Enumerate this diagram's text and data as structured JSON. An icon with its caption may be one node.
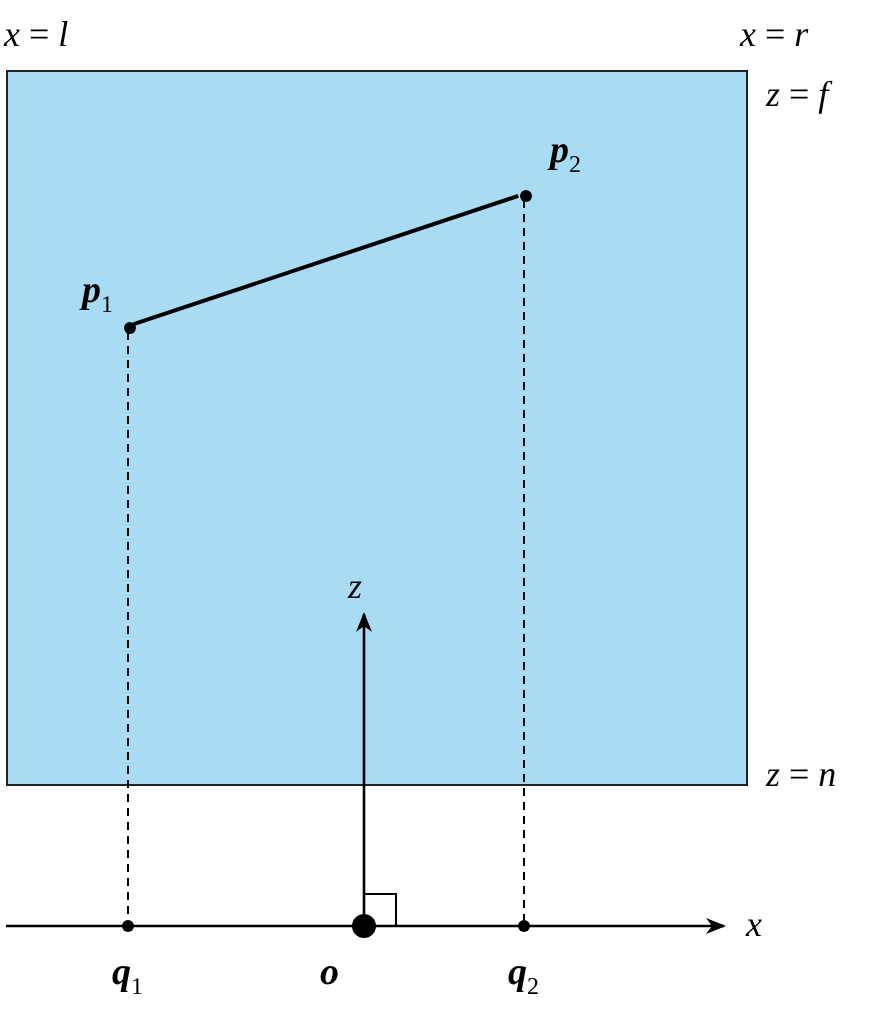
{
  "diagram": {
    "nodes": [
      {
        "text": [],
        "shape": "box"
      },
      {
        "text": [
          "**p**$_{1}$"
        ],
        "in": 0
      },
      {
        "text": [
          "**p**$_{2}$"
        ],
        "in": 0
      },
      {
        "text": [
          "**q**$_{1}$"
        ]
      },
      {
        "text": [
          "**o**"
        ]
      },
      {
        "text": [
          "**q**$_{2}$"
        ]
      }
    ],
    "edges": [
      {
        "from": 1,
        "to": 2,
        "arrow": "none"
      },
      {
        "from": 1,
        "to": 3,
        "arrow": "none",
        "style": "dashed"
      },
      {
        "from": 2,
        "to": 5,
        "arrow": "none",
        "style": "dashed"
      }
    ],
    "labels": [
      "*x* = *l*",
      "*x* = *r*",
      "*z* = *f*",
      "*z* = *n*",
      "*z*",
      "*x*"
    ]
  }
}
